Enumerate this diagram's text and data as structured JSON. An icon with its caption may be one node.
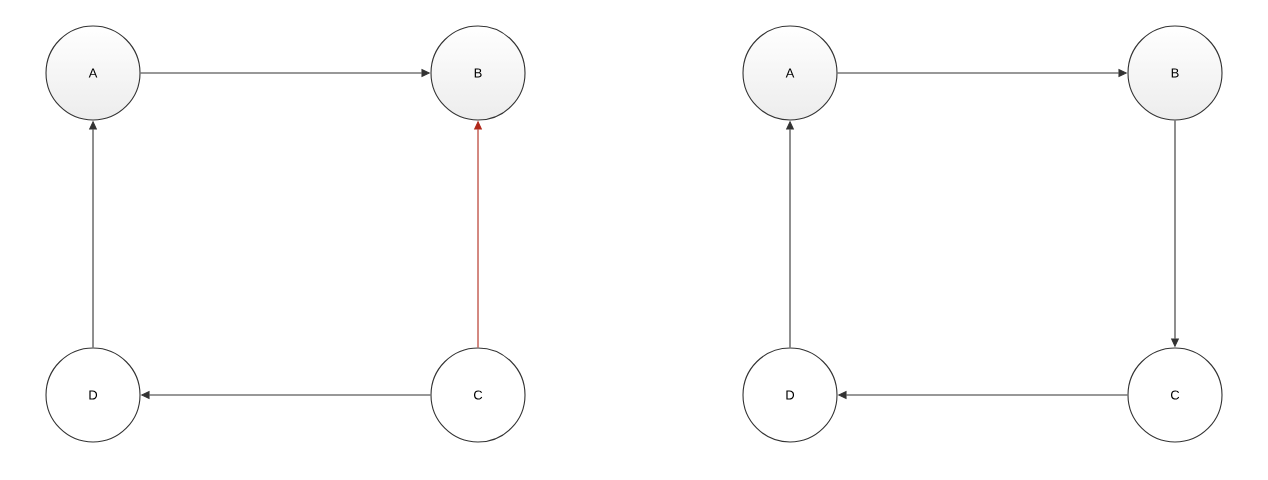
{
  "diagram": {
    "nodes": [
      {
        "text": [
          "A"
        ]
      },
      {
        "text": [
          "B"
        ]
      },
      {
        "text": [
          "C"
        ]
      },
      {
        "text": [
          "D"
        ]
      },
      {
        "text": [
          "A"
        ]
      },
      {
        "text": [
          "B"
        ]
      },
      {
        "text": [
          "C"
        ]
      },
      {
        "text": [
          "D"
        ]
      }
    ],
    "edges": [
      {
        "from": 0,
        "to": 1,
        "arrow": "to"
      },
      {
        "from": 2,
        "to": 1,
        "arrow": "to",
        "color": "#b0281a"
      },
      {
        "from": 2,
        "to": 3,
        "arrow": "to"
      },
      {
        "from": 3,
        "to": 0,
        "arrow": "to"
      },
      {
        "from": 4,
        "to": 5,
        "arrow": "to"
      },
      {
        "from": 5,
        "to": 6,
        "arrow": "to"
      },
      {
        "from": 6,
        "to": 7,
        "arrow": "to"
      },
      {
        "from": 7,
        "to": 4,
        "arrow": "to"
      }
    ]
  }
}
